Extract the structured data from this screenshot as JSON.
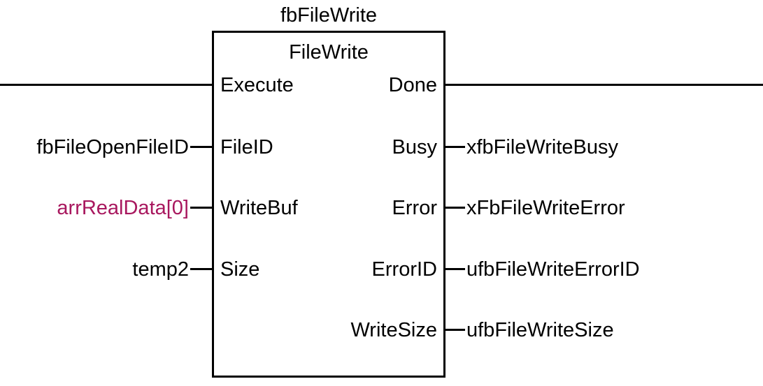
{
  "block": {
    "instance_name": "fbFileWrite",
    "type_name": "FileWrite"
  },
  "pins": {
    "inputs": [
      {
        "name": "Execute"
      },
      {
        "name": "FileID"
      },
      {
        "name": "WriteBuf"
      },
      {
        "name": "Size"
      }
    ],
    "outputs": [
      {
        "name": "Done"
      },
      {
        "name": "Busy"
      },
      {
        "name": "Error"
      },
      {
        "name": "ErrorID"
      },
      {
        "name": "WriteSize"
      }
    ]
  },
  "operands": {
    "inputs": [
      {
        "pin": "FileID",
        "value": "fbFileOpenFileID"
      },
      {
        "pin": "WriteBuf",
        "value": "arrRealData[0]"
      },
      {
        "pin": "Size",
        "value": "temp2"
      }
    ],
    "outputs": [
      {
        "pin": "Busy",
        "value": "xfbFileWriteBusy"
      },
      {
        "pin": "Error",
        "value": "xFbFileWriteError"
      },
      {
        "pin": "ErrorID",
        "value": "ufbFileWriteErrorID"
      },
      {
        "pin": "WriteSize",
        "value": "ufbFileWriteSize"
      }
    ]
  },
  "colors": {
    "wire": "#000000",
    "text": "#000000",
    "operand_highlight": "#a8175e",
    "background": "#ffffff"
  }
}
